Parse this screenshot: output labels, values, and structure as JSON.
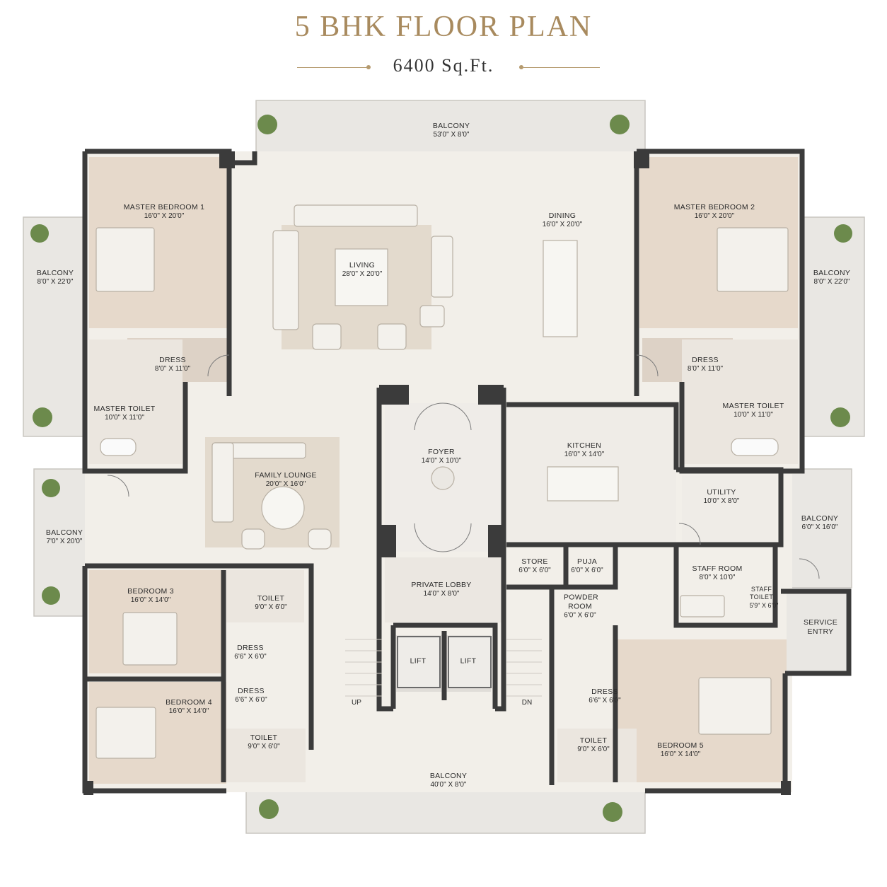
{
  "header": {
    "title": "5 BHK FLOOR PLAN",
    "area": "6400 Sq.Ft."
  },
  "rooms": [
    {
      "name": "BALCONY",
      "dim": "53'0\" X 8'0\""
    },
    {
      "name": "MASTER BEDROOM 1",
      "dim": "16'0\" X 20'0\""
    },
    {
      "name": "LIVING",
      "dim": "28'0\" X 20'0\""
    },
    {
      "name": "DINING",
      "dim": "16'0\" X 20'0\""
    },
    {
      "name": "MASTER BEDROOM 2",
      "dim": "16'0\" X 20'0\""
    },
    {
      "name": "BALCONY",
      "dim": "8'0\" X 22'0\""
    },
    {
      "name": "BALCONY",
      "dim": "8'0\" X 22'0\""
    },
    {
      "name": "DRESS",
      "dim": "8'0\" X 11'0\""
    },
    {
      "name": "DRESS",
      "dim": "8'0\" X 11'0\""
    },
    {
      "name": "MASTER TOILET",
      "dim": "10'0\" X 11'0\""
    },
    {
      "name": "MASTER TOILET",
      "dim": "10'0\" X 11'0\""
    },
    {
      "name": "FOYER",
      "dim": "14'0\" X 10'0\""
    },
    {
      "name": "KITCHEN",
      "dim": "16'0\" X 14'0\""
    },
    {
      "name": "FAMILY LOUNGE",
      "dim": "20'0\" X 16'0\""
    },
    {
      "name": "UTILITY",
      "dim": "10'0\" X 8'0\""
    },
    {
      "name": "BALCONY",
      "dim": "7'0\" X 20'0\""
    },
    {
      "name": "BALCONY",
      "dim": "6'0\" X 16'0\""
    },
    {
      "name": "STORE",
      "dim": "6'0\" X 6'0\""
    },
    {
      "name": "PUJA",
      "dim": "6'0\" X 6'0\""
    },
    {
      "name": "STAFF ROOM",
      "dim": "8'0\" X 10'0\""
    },
    {
      "name": "STAFF TOILET",
      "dim": "5'9\" X 6'0\""
    },
    {
      "name": "PRIVATE LOBBY",
      "dim": "14'0\" X 8'0\""
    },
    {
      "name": "POWDER ROOM",
      "dim": "6'0\" X 6'0\""
    },
    {
      "name": "BEDROOM 3",
      "dim": "16'0\" X 14'0\""
    },
    {
      "name": "TOILET",
      "dim": "9'0\" X 6'0\""
    },
    {
      "name": "SERVICE ENTRY",
      "dim": ""
    },
    {
      "name": "DRESS",
      "dim": "6'6\" X 6'0\""
    },
    {
      "name": "LIFT",
      "dim": ""
    },
    {
      "name": "LIFT",
      "dim": ""
    },
    {
      "name": "DRESS",
      "dim": "6'6\" X 6'0\""
    },
    {
      "name": "DRESS",
      "dim": "6'6\" X 6'0\""
    },
    {
      "name": "BEDROOM 4",
      "dim": "16'0\" X 14'0\""
    },
    {
      "name": "TOILET",
      "dim": "9'0\" X 6'0\""
    },
    {
      "name": "TOILET",
      "dim": "9'0\" X 6'0\""
    },
    {
      "name": "BEDROOM 5",
      "dim": "16'0\" X 14'0\""
    },
    {
      "name": "BALCONY",
      "dim": "40'0\" X 8'0\""
    }
  ],
  "stairs": {
    "up": "UP",
    "down": "DN"
  },
  "colors": {
    "accent": "#a88a5e",
    "wall": "#3b3b3b",
    "floor": "#f2efe9",
    "bedroom": "#e6d9cb",
    "balcony": "#e9e7e3"
  }
}
